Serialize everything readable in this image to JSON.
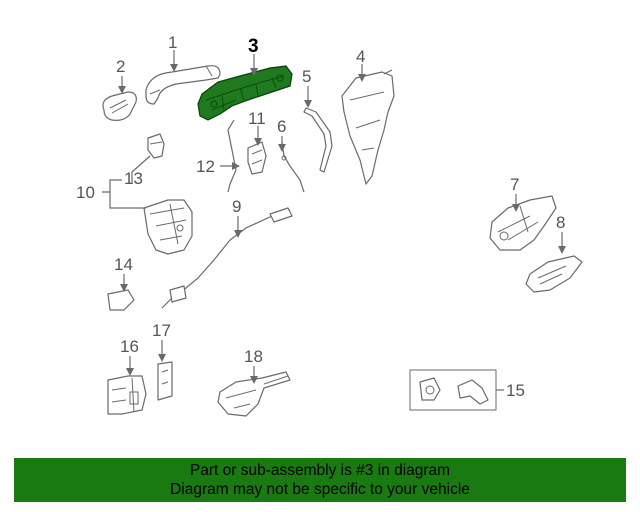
{
  "diagram": {
    "highlighted_part": "3",
    "callouts": {
      "c1": "1",
      "c2": "2",
      "c3": "3",
      "c4": "4",
      "c5": "5",
      "c6": "6",
      "c7": "7",
      "c8": "8",
      "c9": "9",
      "c10": "10",
      "c11": "11",
      "c12": "12",
      "c13": "13",
      "c14": "14",
      "c15": "15",
      "c16": "16",
      "c17": "17",
      "c18": "18"
    },
    "colors": {
      "highlight": "#1f7a1f",
      "line": "#6a6a6a",
      "banner": "#1a7a12"
    }
  },
  "banner": {
    "line1": "Part or sub-assembly is #3 in diagram",
    "line2": "Diagram may not be specific to your vehicle"
  }
}
